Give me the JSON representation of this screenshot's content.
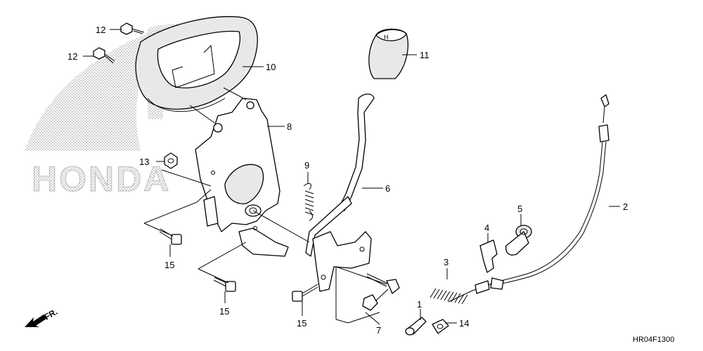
{
  "logo": {
    "brand": "HONDA"
  },
  "direction": {
    "label": "FR."
  },
  "diagram_code": "HR04F1300",
  "callouts": [
    {
      "id": "c1",
      "label": "1"
    },
    {
      "id": "c2",
      "label": "2"
    },
    {
      "id": "c3",
      "label": "3"
    },
    {
      "id": "c4",
      "label": "4"
    },
    {
      "id": "c5",
      "label": "5"
    },
    {
      "id": "c6",
      "label": "6"
    },
    {
      "id": "c7",
      "label": "7"
    },
    {
      "id": "c8",
      "label": "8"
    },
    {
      "id": "c9",
      "label": "9"
    },
    {
      "id": "c10",
      "label": "10"
    },
    {
      "id": "c11",
      "label": "11"
    },
    {
      "id": "c12a",
      "label": "12"
    },
    {
      "id": "c12b",
      "label": "12"
    },
    {
      "id": "c13",
      "label": "13"
    },
    {
      "id": "c14",
      "label": "14"
    },
    {
      "id": "c15a",
      "label": "15"
    },
    {
      "id": "c15b",
      "label": "15"
    },
    {
      "id": "c15c",
      "label": "15"
    }
  ]
}
